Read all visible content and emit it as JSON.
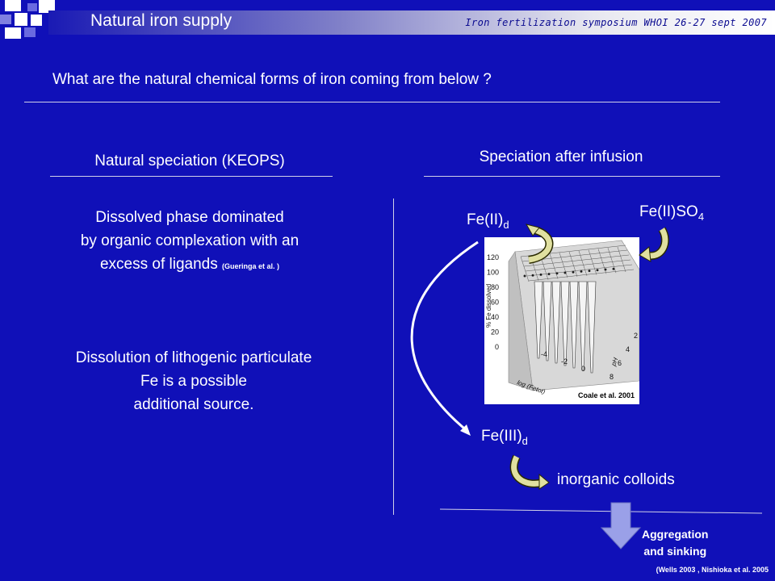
{
  "header": {
    "title": "Natural iron supply",
    "symposium": "Iron fertilization symposium WHOI 26-27 sept 2007"
  },
  "question": "What are the natural chemical forms of iron coming from below ?",
  "left": {
    "heading": "Natural speciation (KEOPS)",
    "para1": {
      "line1": "Dissolved phase dominated",
      "line2": "by organic complexation with an",
      "line3": "excess of ligands",
      "cite": "(Gueringa et al. )"
    },
    "para2": {
      "line1": "Dissolution of lithogenic particulate",
      "line2": "Fe is a possible",
      "line3": "additional source."
    }
  },
  "right": {
    "heading": "Speciation after infusion",
    "fe2d": {
      "base": "Fe(II)",
      "sub": "d"
    },
    "fe2so4": {
      "base": "Fe(II)SO",
      "sub": "4"
    },
    "fe3d": {
      "base": "Fe(III)",
      "sub": "d"
    },
    "colloids": "inorganic colloids",
    "chart_credit": "Coale et al. 2001",
    "aggregation": {
      "line1": "Aggregation",
      "line2": "and sinking"
    },
    "refs": "(Wells 2003 , Nishioka et al.  2005"
  },
  "colors": {
    "background": "#1010b8",
    "arrow_fill": "#e0e0a0",
    "down_arrow": "#9aa0e8"
  },
  "chart_data": {
    "type": "surface",
    "zlabel": "% Fe dissolved",
    "xlabel": "log (Fetot)",
    "ylabel": "pH",
    "z_ticks": [
      "120",
      "100",
      "80",
      "60",
      "40",
      "20",
      "0"
    ],
    "x_ticks": [
      "-4",
      "-2",
      "0"
    ],
    "y_ticks": [
      "2",
      "4",
      "6",
      "8"
    ]
  }
}
